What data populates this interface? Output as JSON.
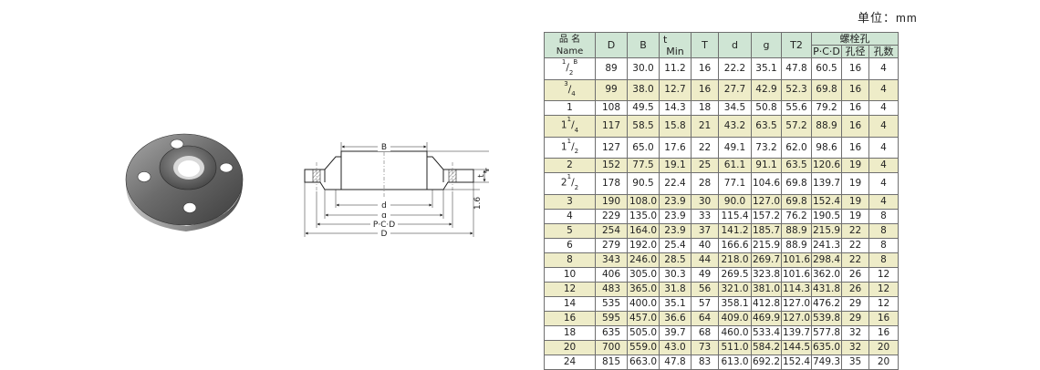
{
  "unit": "单位：mm",
  "drawing": {
    "B": "B",
    "T": "T",
    "t": "t",
    "d": "d",
    "g": "g",
    "pcd": "P·C·D",
    "D": "D",
    "h": "1.6"
  },
  "table": {
    "headers": {
      "name_cn": "品 名",
      "name_en": "Name",
      "D": "D",
      "B": "B",
      "t": "t",
      "min": "Min",
      "T": "T",
      "d": "d",
      "g": "g",
      "T2": "T2",
      "bolt": "螺栓孔",
      "pcd": "P·C·D",
      "hole_dia": "孔径",
      "hole_count": "孔数"
    },
    "rows": [
      {
        "name_whole": "",
        "name_num": "1",
        "name_den": "2",
        "name_sup": "B",
        "D": "89",
        "B": "30.0",
        "t": "11.2",
        "T": "16",
        "d": "22.2",
        "g": "35.1",
        "T2": "47.8",
        "pcd": "60.5",
        "hole_dia": "16",
        "hole_count": "4"
      },
      {
        "name_whole": "",
        "name_num": "3",
        "name_den": "4",
        "name_sup": "",
        "D": "99",
        "B": "38.0",
        "t": "12.7",
        "T": "16",
        "d": "27.7",
        "g": "42.9",
        "T2": "52.3",
        "pcd": "69.8",
        "hole_dia": "16",
        "hole_count": "4"
      },
      {
        "name_whole": "1",
        "name_num": "",
        "name_den": "",
        "name_sup": "",
        "D": "108",
        "B": "49.5",
        "t": "14.3",
        "T": "18",
        "d": "34.5",
        "g": "50.8",
        "T2": "55.6",
        "pcd": "79.2",
        "hole_dia": "16",
        "hole_count": "4"
      },
      {
        "name_whole": "1",
        "name_num": "1",
        "name_den": "4",
        "name_sup": "",
        "D": "117",
        "B": "58.5",
        "t": "15.8",
        "T": "21",
        "d": "43.2",
        "g": "63.5",
        "T2": "57.2",
        "pcd": "88.9",
        "hole_dia": "16",
        "hole_count": "4"
      },
      {
        "name_whole": "1",
        "name_num": "1",
        "name_den": "2",
        "name_sup": "",
        "D": "127",
        "B": "65.0",
        "t": "17.6",
        "T": "22",
        "d": "49.1",
        "g": "73.2",
        "T2": "62.0",
        "pcd": "98.6",
        "hole_dia": "16",
        "hole_count": "4"
      },
      {
        "name_whole": "2",
        "name_num": "",
        "name_den": "",
        "name_sup": "",
        "D": "152",
        "B": "77.5",
        "t": "19.1",
        "T": "25",
        "d": "61.1",
        "g": "91.1",
        "T2": "63.5",
        "pcd": "120.6",
        "hole_dia": "19",
        "hole_count": "4"
      },
      {
        "name_whole": "2",
        "name_num": "1",
        "name_den": "2",
        "name_sup": "",
        "D": "178",
        "B": "90.5",
        "t": "22.4",
        "T": "28",
        "d": "77.1",
        "g": "104.6",
        "T2": "69.8",
        "pcd": "139.7",
        "hole_dia": "19",
        "hole_count": "4"
      },
      {
        "name_whole": "3",
        "name_num": "",
        "name_den": "",
        "name_sup": "",
        "D": "190",
        "B": "108.0",
        "t": "23.9",
        "T": "30",
        "d": "90.0",
        "g": "127.0",
        "T2": "69.8",
        "pcd": "152.4",
        "hole_dia": "19",
        "hole_count": "4"
      },
      {
        "name_whole": "4",
        "name_num": "",
        "name_den": "",
        "name_sup": "",
        "D": "229",
        "B": "135.0",
        "t": "23.9",
        "T": "33",
        "d": "115.4",
        "g": "157.2",
        "T2": "76.2",
        "pcd": "190.5",
        "hole_dia": "19",
        "hole_count": "8"
      },
      {
        "name_whole": "5",
        "name_num": "",
        "name_den": "",
        "name_sup": "",
        "D": "254",
        "B": "164.0",
        "t": "23.9",
        "T": "37",
        "d": "141.2",
        "g": "185.7",
        "T2": "88.9",
        "pcd": "215.9",
        "hole_dia": "22",
        "hole_count": "8"
      },
      {
        "name_whole": "6",
        "name_num": "",
        "name_den": "",
        "name_sup": "",
        "D": "279",
        "B": "192.0",
        "t": "25.4",
        "T": "40",
        "d": "166.6",
        "g": "215.9",
        "T2": "88.9",
        "pcd": "241.3",
        "hole_dia": "22",
        "hole_count": "8"
      },
      {
        "name_whole": "8",
        "name_num": "",
        "name_den": "",
        "name_sup": "",
        "D": "343",
        "B": "246.0",
        "t": "28.5",
        "T": "44",
        "d": "218.0",
        "g": "269.7",
        "T2": "101.6",
        "pcd": "298.4",
        "hole_dia": "22",
        "hole_count": "8"
      },
      {
        "name_whole": "10",
        "name_num": "",
        "name_den": "",
        "name_sup": "",
        "D": "406",
        "B": "305.0",
        "t": "30.3",
        "T": "49",
        "d": "269.5",
        "g": "323.8",
        "T2": "101.6",
        "pcd": "362.0",
        "hole_dia": "26",
        "hole_count": "12"
      },
      {
        "name_whole": "12",
        "name_num": "",
        "name_den": "",
        "name_sup": "",
        "D": "483",
        "B": "365.0",
        "t": "31.8",
        "T": "56",
        "d": "321.0",
        "g": "381.0",
        "T2": "114.3",
        "pcd": "431.8",
        "hole_dia": "26",
        "hole_count": "12"
      },
      {
        "name_whole": "14",
        "name_num": "",
        "name_den": "",
        "name_sup": "",
        "D": "535",
        "B": "400.0",
        "t": "35.1",
        "T": "57",
        "d": "358.1",
        "g": "412.8",
        "T2": "127.0",
        "pcd": "476.2",
        "hole_dia": "29",
        "hole_count": "12"
      },
      {
        "name_whole": "16",
        "name_num": "",
        "name_den": "",
        "name_sup": "",
        "D": "595",
        "B": "457.0",
        "t": "36.6",
        "T": "64",
        "d": "409.0",
        "g": "469.9",
        "T2": "127.0",
        "pcd": "539.8",
        "hole_dia": "29",
        "hole_count": "16"
      },
      {
        "name_whole": "18",
        "name_num": "",
        "name_den": "",
        "name_sup": "",
        "D": "635",
        "B": "505.0",
        "t": "39.7",
        "T": "68",
        "d": "460.0",
        "g": "533.4",
        "T2": "139.7",
        "pcd": "577.8",
        "hole_dia": "32",
        "hole_count": "16"
      },
      {
        "name_whole": "20",
        "name_num": "",
        "name_den": "",
        "name_sup": "",
        "D": "700",
        "B": "559.0",
        "t": "43.0",
        "T": "73",
        "d": "511.0",
        "g": "584.2",
        "T2": "144.5",
        "pcd": "635.0",
        "hole_dia": "32",
        "hole_count": "20"
      },
      {
        "name_whole": "24",
        "name_num": "",
        "name_den": "",
        "name_sup": "",
        "D": "815",
        "B": "663.0",
        "t": "47.8",
        "T": "83",
        "d": "613.0",
        "g": "692.2",
        "T2": "152.4",
        "pcd": "749.3",
        "hole_dia": "35",
        "hole_count": "20"
      }
    ]
  }
}
